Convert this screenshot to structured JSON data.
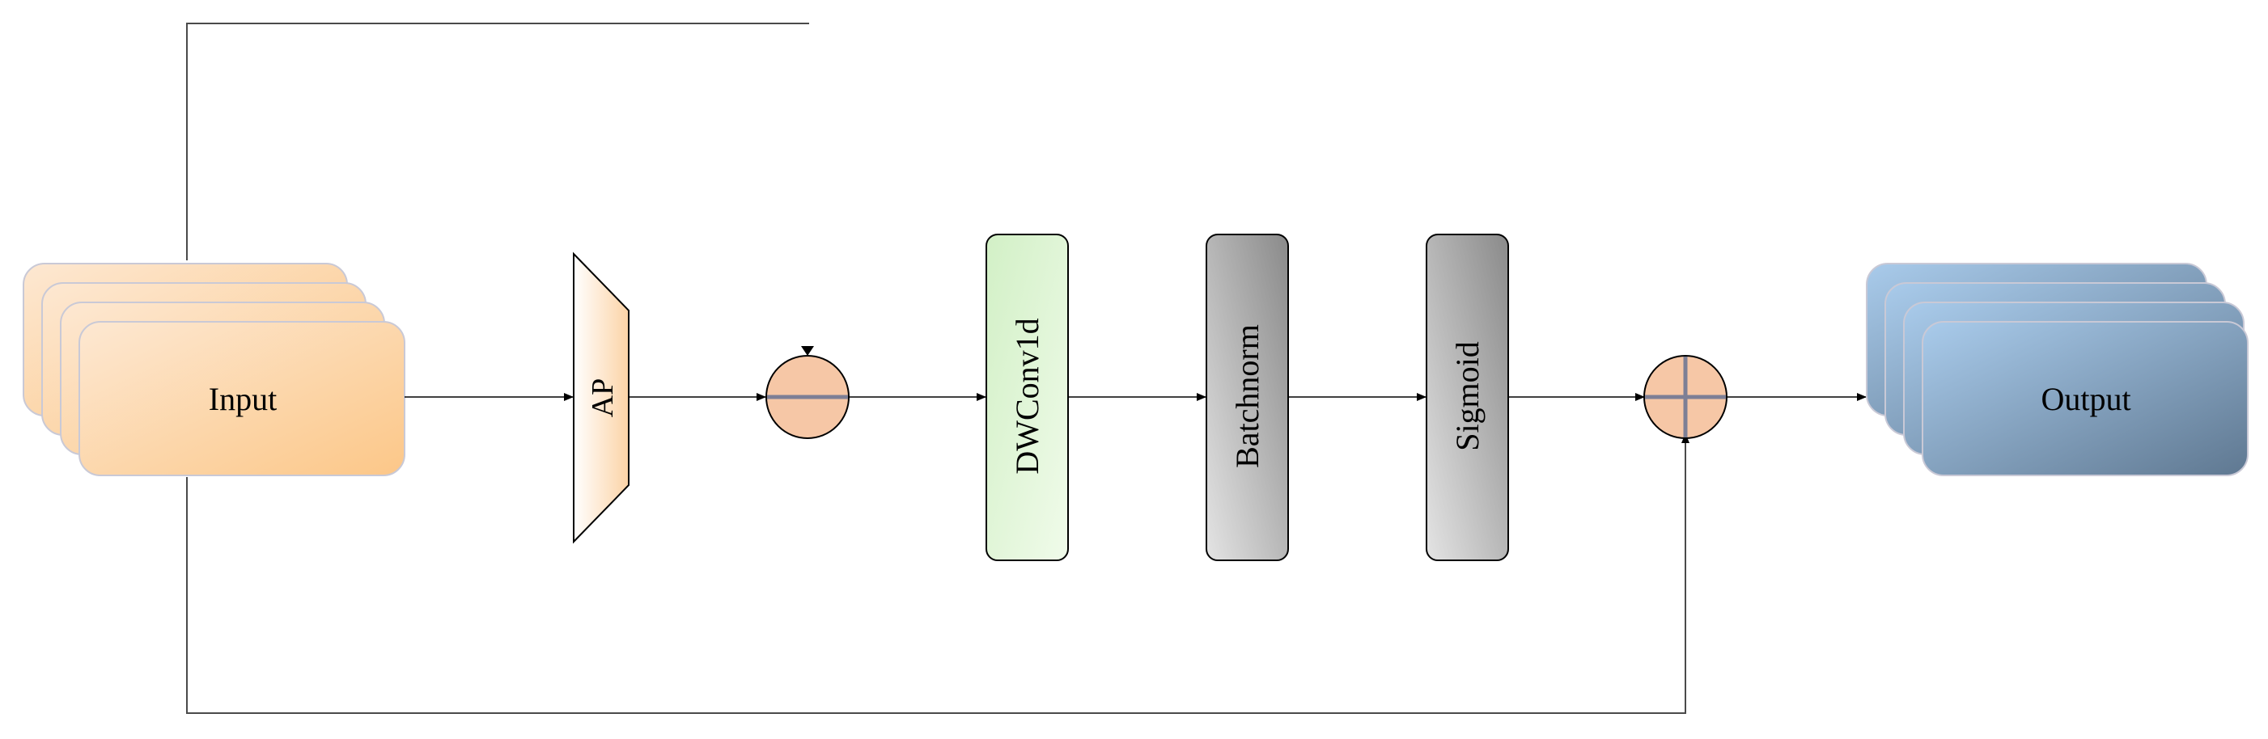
{
  "blocks": {
    "input": "Input",
    "ap": "AP",
    "dwconv": "DWConv1d",
    "batchnorm": "Batchnorm",
    "sigmoid": "Sigmoid",
    "output": "Output"
  },
  "colors": {
    "input_fill_light": "#fde8d2",
    "input_fill_dark": "#fcc788",
    "ap_fill_light": "#ffffff",
    "ap_fill_dark": "#fcd3a6",
    "dwconv_fill_light": "#d2f0c6",
    "dwconv_fill_dark": "#f0fbea",
    "gray_fill_light": "#e4e4e4",
    "gray_fill_dark": "#8a8a8a",
    "output_fill_light": "#a9cbeb",
    "output_fill_dark": "#5f7891",
    "operator_fill": "#f6c7a6",
    "operator_bar": "#7d7f95",
    "stroke": "#000000"
  },
  "operators": {
    "multiply": "split-circle-icon",
    "add": "circle-plus-icon"
  }
}
